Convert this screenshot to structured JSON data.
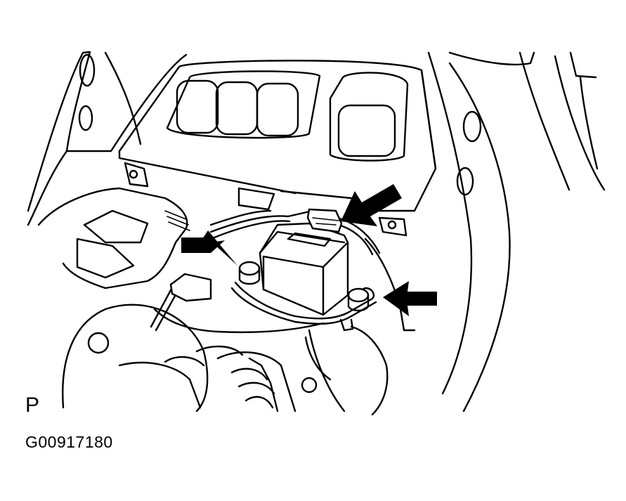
{
  "diagram": {
    "view_letter": "P",
    "figure_code": "G00917180",
    "arrow_count": 3
  },
  "colors": {
    "line": "#000000",
    "background": "#ffffff"
  }
}
